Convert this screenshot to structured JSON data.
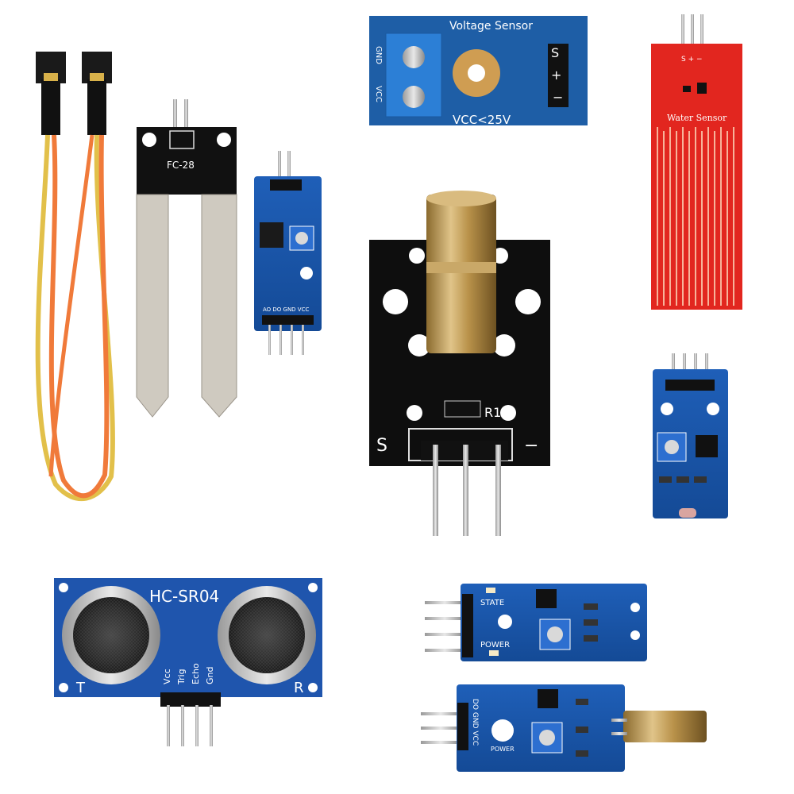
{
  "modules": {
    "soil_sensor": {
      "label": "FC-28"
    },
    "voltage_sensor": {
      "title": "Voltage Sensor",
      "rating": "VCC<25V",
      "gnd": "GND",
      "vcc": "VCC",
      "pin_s": "S",
      "pin_plus": "+",
      "pin_minus": "−"
    },
    "water_sensor": {
      "label": "Water Sensor",
      "pins": "S + −"
    },
    "comparator_module": {
      "pins": "AO DO GND VCC"
    },
    "laser_module": {
      "pin_s": "S",
      "pin_minus": "−",
      "r1": "R1"
    },
    "ultrasonic_sensor": {
      "model": "HC-SR04",
      "t": "T",
      "r": "R",
      "pins": [
        "Vcc",
        "Trig",
        "Echo",
        "Gnd"
      ]
    },
    "relay_module": {
      "state": "STATE",
      "power": "POWER"
    },
    "tilt_sensor": {
      "pins": "DO GND VCC",
      "power": "POWER"
    }
  }
}
